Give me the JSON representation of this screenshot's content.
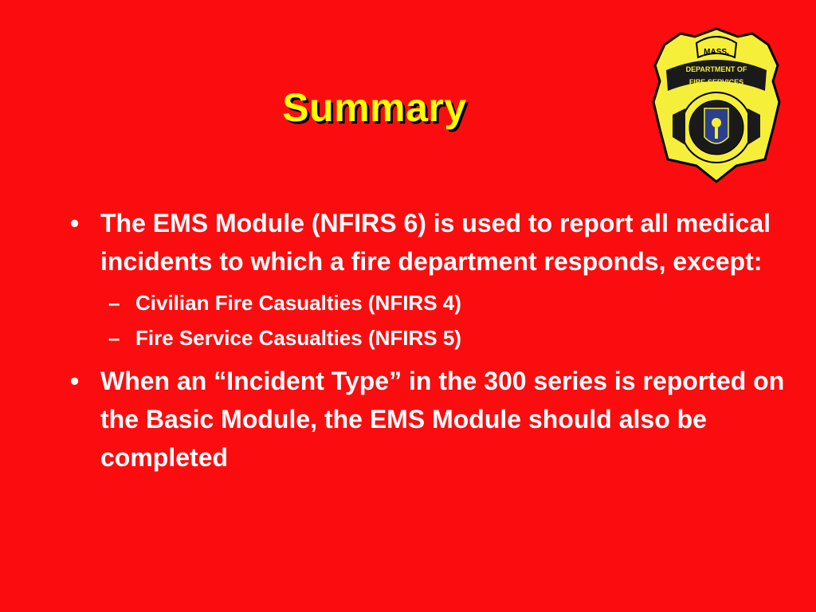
{
  "slide": {
    "title": "Summary",
    "badge": {
      "top_text": "MASS.",
      "ring_text": "DEPARTMENT OF",
      "band_text": "FIRE SERVICES",
      "colors": {
        "shield_fill": "#f6ef3a",
        "shield_outline": "#000000",
        "band": "#1a1a1a",
        "seal": "#2c3f8a"
      }
    },
    "bullet_marker": "•",
    "sub_marker": "–",
    "bullets": [
      {
        "text": "The EMS Module (NFIRS 6) is used to report all medical incidents to which a fire department responds, except:",
        "subs": [
          "Civilian Fire Casualties (NFIRS 4)",
          "Fire Service Casualties (NFIRS 5)"
        ]
      },
      {
        "text": "When an “Incident Type” in the 300 series is reported on the Basic Module, the EMS Module should also be completed",
        "subs": []
      }
    ],
    "colors": {
      "background": "#fb0d0f",
      "title": "#ffff00",
      "body_text": "#ffffff"
    }
  }
}
